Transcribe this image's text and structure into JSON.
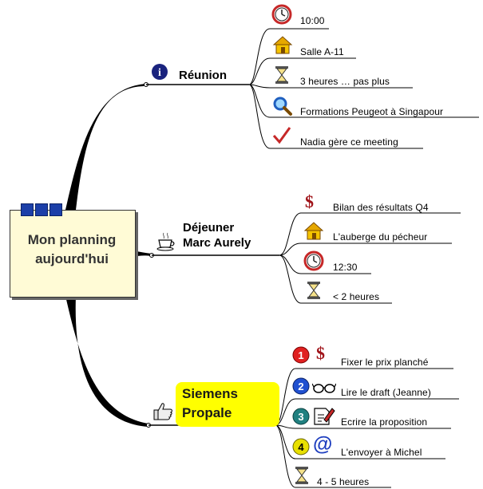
{
  "central": {
    "line1": "Mon planning",
    "line2": "aujourd'hui"
  },
  "branches": [
    {
      "title": "Réunion",
      "icon": "info-icon",
      "items": [
        {
          "icons": [
            "clock-icon"
          ],
          "text": "10:00"
        },
        {
          "icons": [
            "house-icon"
          ],
          "text": "Salle A-11"
        },
        {
          "icons": [
            "hourglass-icon"
          ],
          "text": "3 heures … pas plus"
        },
        {
          "icons": [
            "magnifier-icon"
          ],
          "text": "Formations Peugeot à Singapour"
        },
        {
          "icons": [
            "checkmark-icon"
          ],
          "text": "Nadia gère ce meeting"
        }
      ]
    },
    {
      "title_line1": "Déjeuner",
      "title_line2": "Marc Aurely",
      "icon": "coffee-cup-icon",
      "items": [
        {
          "icons": [
            "dollar-icon"
          ],
          "text": "Bilan des résultats Q4"
        },
        {
          "icons": [
            "house-icon"
          ],
          "text": "L'auberge du pécheur"
        },
        {
          "icons": [
            "clock-icon"
          ],
          "text": "12:30"
        },
        {
          "icons": [
            "hourglass-icon"
          ],
          "text": "< 2 heures"
        }
      ]
    },
    {
      "title_line1": "Siemens",
      "title_line2": "Propale",
      "icon": "thumbs-up-icon",
      "highlight": "#ffff00",
      "items": [
        {
          "icons": [
            "priority-1-icon",
            "dollar-icon"
          ],
          "priority": "1",
          "text": "Fixer le prix planché"
        },
        {
          "icons": [
            "priority-2-icon",
            "glasses-icon"
          ],
          "priority": "2",
          "text": "Lire le draft (Jeanne)"
        },
        {
          "icons": [
            "priority-3-icon",
            "document-edit-icon"
          ],
          "priority": "3",
          "text": "Ecrire la proposition"
        },
        {
          "icons": [
            "priority-4-icon",
            "at-sign-icon"
          ],
          "priority": "4",
          "text": "L'envoyer à Michel"
        },
        {
          "icons": [
            "hourglass-icon"
          ],
          "text": "4 - 5 heures"
        }
      ]
    }
  ],
  "colors": {
    "central_fill": "#fffbd6",
    "tab": "#1c3fa8",
    "highlight": "#ffff00",
    "priority_1": "#e02020",
    "priority_2": "#2050d0",
    "priority_3": "#208080",
    "priority_4": "#e8e000"
  }
}
